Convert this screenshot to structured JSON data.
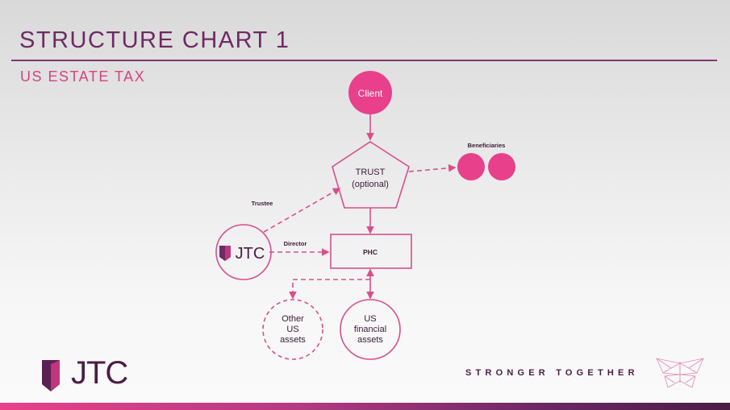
{
  "header": {
    "title": "STRUCTURE CHART 1",
    "subtitle": "US ESTATE TAX"
  },
  "diagram": {
    "client": "Client",
    "trust_line1": "TRUST",
    "trust_line2": "(optional)",
    "beneficiaries": "Beneficiaries",
    "trustee": "Trustee",
    "director": "Director",
    "phc": "PHC",
    "jtc_node": "JTC",
    "other_assets": [
      "Other",
      "US",
      "assets"
    ],
    "financial_assets": [
      "US",
      "financial",
      "assets"
    ]
  },
  "footer": {
    "logo": "JTC",
    "tagline": "STRONGER TOGETHER"
  },
  "colors": {
    "pink": "#e8408a",
    "purple": "#6e2a63",
    "line": "#d84f8c"
  }
}
